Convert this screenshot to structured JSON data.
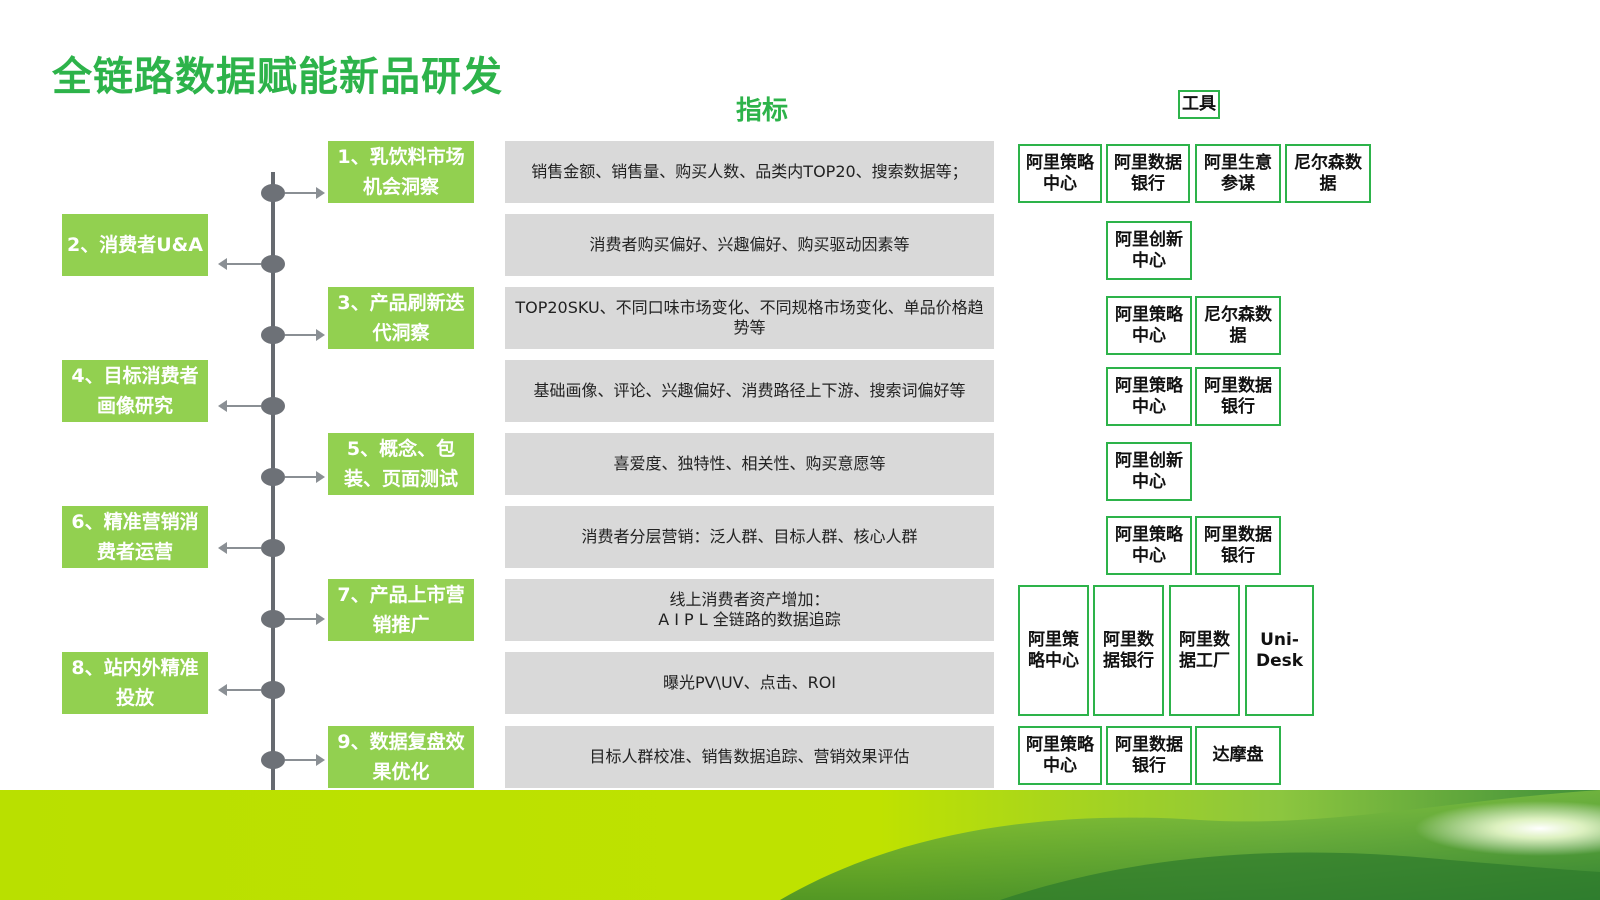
{
  "title": "全链路数据赋能新品研发",
  "headers": {
    "indicator": "指标",
    "tools": "工具"
  },
  "stages": [
    "1、乳饮料市场机会洞察",
    "2、消费者U&A",
    "3、产品刷新迭代洞察",
    "4、目标消费者画像研究",
    "5、概念、包装、页面测试",
    "6、精准营销消费者运营",
    "7、产品上市营销推广",
    "8、站内外精准投放",
    "9、数据复盘效果优化"
  ],
  "metrics": [
    "销售金额、销售量、购买人数、品类内TOP20、搜索数据等；",
    "消费者购买偏好、兴趣偏好、购买驱动因素等",
    "TOP20SKU、不同口味市场变化、不同规格市场变化、单品价格趋势等",
    "基础画像、评论、兴趣偏好、消费路径上下游、搜索词偏好等",
    "喜爱度、独特性、相关性、购买意愿等",
    "消费者分层营销：泛人群、目标人群、核心人群",
    "线上消费者资产增加：\nA I P L 全链路的数据追踪",
    "曝光PV\\UV、点击、ROI",
    "目标人群校准、销售数据追踪、营销效果评估"
  ],
  "tools": {
    "row1": [
      "阿里策略中心",
      "阿里数据银行",
      "阿里生意参谋",
      "尼尔森数据"
    ],
    "row2": [
      "阿里创新中心"
    ],
    "row3": [
      "阿里策略中心",
      "尼尔森数据"
    ],
    "row4": [
      "阿里策略中心",
      "阿里数据银行"
    ],
    "row5": [
      "阿里创新中心"
    ],
    "row6": [
      "阿里策略中心",
      "阿里数据银行"
    ],
    "row7": [
      "阿里策略中心",
      "阿里数据银行",
      "阿里数据工厂",
      "Uni-Desk"
    ],
    "row9": [
      "阿里策略中心",
      "阿里数据银行",
      "达摩盘"
    ]
  }
}
